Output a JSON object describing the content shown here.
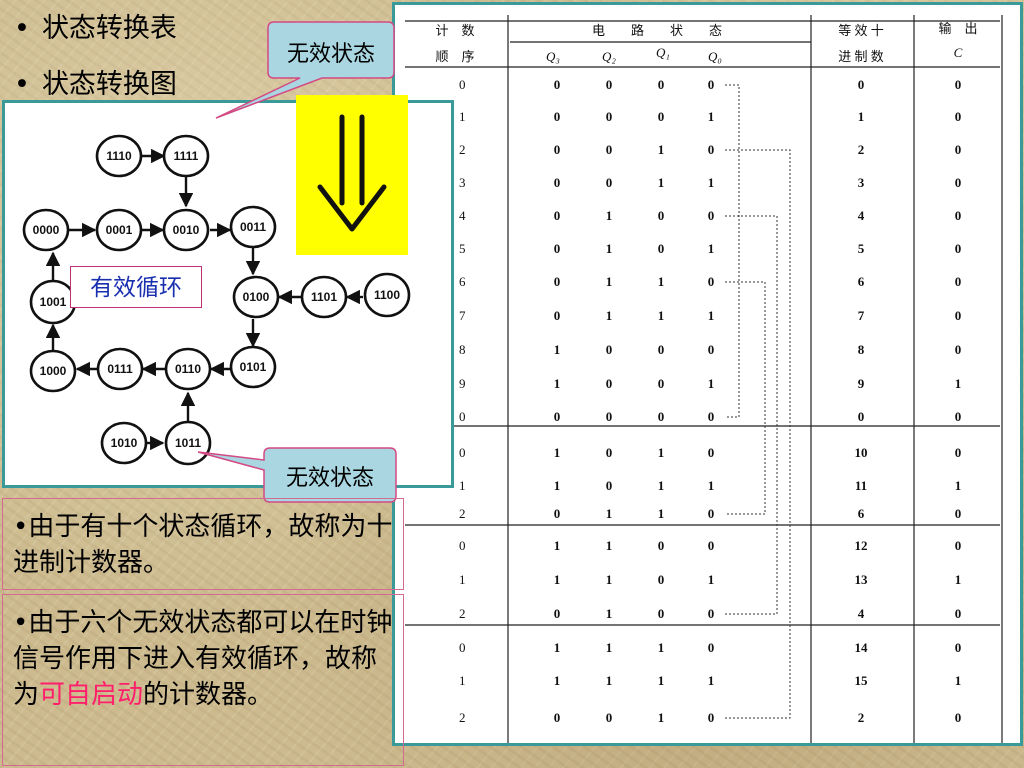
{
  "bullets": {
    "b1": "状态转换表",
    "b2": "状态转换图",
    "marker": "•"
  },
  "diagram": {
    "states": {
      "s0000": "0000",
      "s0001": "0001",
      "s0010": "0010",
      "s0011": "0011",
      "s0100": "0100",
      "s0101": "0101",
      "s0110": "0110",
      "s0111": "0111",
      "s1000": "1000",
      "s1001": "1001",
      "s1010": "1010",
      "s1011": "1011",
      "s1100": "1100",
      "s1101": "1101",
      "s1110": "1110",
      "s1111": "1111"
    },
    "valid_cycle_label": "有效循环"
  },
  "callouts": {
    "invalid_top": "无效状态",
    "invalid_bottom": "无效状态"
  },
  "table": {
    "headers": {
      "seq_top": "计　数",
      "seq_bottom": "顺　序",
      "state_top": "电　　路　　状　　态",
      "q3": "Q₃",
      "q2": "Q₂",
      "q1": "Q₁",
      "q0": "Q₀",
      "dec_top": "等 效 十",
      "dec_bottom": "进 制 数",
      "out_top": "输　出",
      "out_bottom": "C"
    },
    "rows": [
      [
        "0",
        "0",
        "0",
        "0",
        "0",
        "0",
        "0"
      ],
      [
        "1",
        "0",
        "0",
        "0",
        "1",
        "1",
        "0"
      ],
      [
        "2",
        "0",
        "0",
        "1",
        "0",
        "2",
        "0"
      ],
      [
        "3",
        "0",
        "0",
        "1",
        "1",
        "3",
        "0"
      ],
      [
        "4",
        "0",
        "1",
        "0",
        "0",
        "4",
        "0"
      ],
      [
        "5",
        "0",
        "1",
        "0",
        "1",
        "5",
        "0"
      ],
      [
        "6",
        "0",
        "1",
        "1",
        "0",
        "6",
        "0"
      ],
      [
        "7",
        "0",
        "1",
        "1",
        "1",
        "7",
        "0"
      ],
      [
        "8",
        "1",
        "0",
        "0",
        "0",
        "8",
        "0"
      ],
      [
        "9",
        "1",
        "0",
        "0",
        "1",
        "9",
        "1"
      ],
      [
        "0",
        "0",
        "0",
        "0",
        "0",
        "0",
        "0"
      ],
      [
        "0",
        "1",
        "0",
        "1",
        "0",
        "10",
        "0"
      ],
      [
        "1",
        "1",
        "0",
        "1",
        "1",
        "11",
        "1"
      ],
      [
        "2",
        "0",
        "1",
        "1",
        "0",
        "6",
        "0"
      ],
      [
        "0",
        "1",
        "1",
        "0",
        "0",
        "12",
        "0"
      ],
      [
        "1",
        "1",
        "1",
        "0",
        "1",
        "13",
        "1"
      ],
      [
        "2",
        "0",
        "1",
        "0",
        "0",
        "4",
        "0"
      ],
      [
        "0",
        "1",
        "1",
        "1",
        "0",
        "14",
        "0"
      ],
      [
        "1",
        "1",
        "1",
        "1",
        "1",
        "15",
        "1"
      ],
      [
        "2",
        "0",
        "0",
        "1",
        "0",
        "2",
        "0"
      ]
    ]
  },
  "notes": {
    "n1": "•由于有十个状态循环，故称为十进制计数器。",
    "n2_part1": "•由于六个无效状态都可以在时钟信号作用下进入有效循环，故称为",
    "n2_highlight": "可自启动",
    "n2_part2": "的计数器。"
  },
  "colors": {
    "highlight": "#ff1f6b",
    "panel_border": "#3a9a9a",
    "callout_fill": "#a9d6e0",
    "arrow_box": "#ffff00",
    "valid_label_text": "#1a2fb0"
  }
}
